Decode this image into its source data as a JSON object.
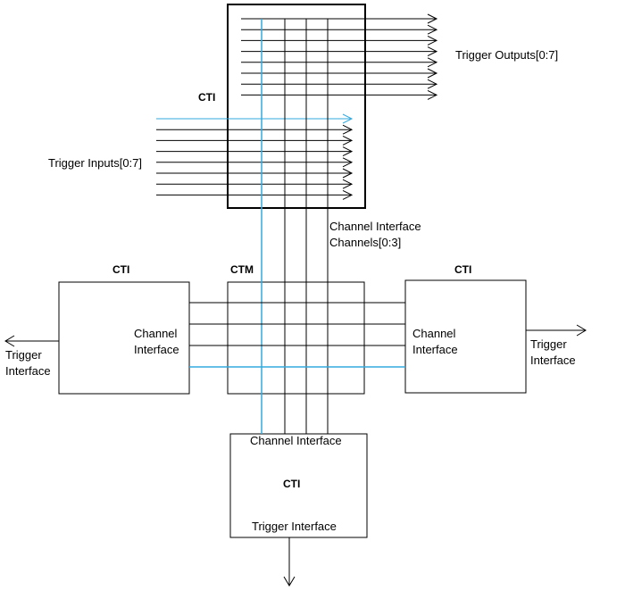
{
  "colors": {
    "line": "#000000",
    "highlight": "#33aadd",
    "box_fill": "#ffffff"
  },
  "blocks": {
    "top_cti": {
      "title": "CTI"
    },
    "ctm": {
      "title": "CTM"
    },
    "left_cti": {
      "title": "CTI",
      "channel_interface": [
        "Channel",
        "Interface"
      ]
    },
    "right_cti": {
      "title": "CTI",
      "channel_interface": [
        "Channel",
        "Interface"
      ]
    },
    "bottom_cti": {
      "title": "CTI",
      "channel_interface": "Channel Interface",
      "trigger_interface": "Trigger Interface"
    }
  },
  "labels": {
    "trigger_outputs": "Trigger Outputs[0:7]",
    "trigger_inputs": "Trigger Inputs[0:7]",
    "channel_interface_channels": [
      "Channel Interface",
      "Channels[0:3]"
    ],
    "left_trigger_interface": [
      "Trigger",
      "Interface"
    ],
    "right_trigger_interface": [
      "Trigger",
      "Interface"
    ]
  }
}
